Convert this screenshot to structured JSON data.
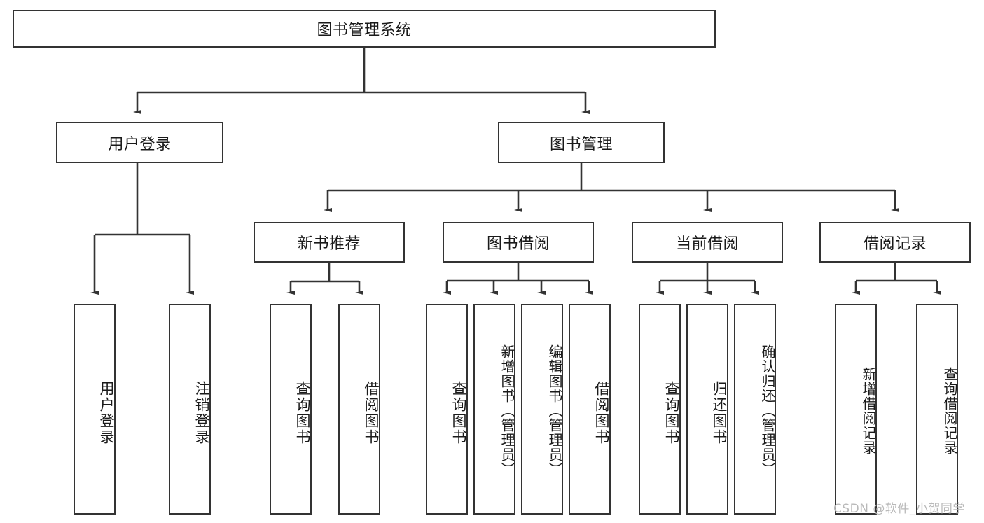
{
  "diagram": {
    "type": "tree-hierarchy",
    "title": "图书管理系统",
    "root": {
      "id": "root",
      "label": "图书管理系统",
      "level": 0
    },
    "level1": [
      {
        "id": "user-login",
        "label": "用户登录"
      },
      {
        "id": "book-management",
        "label": "图书管理"
      }
    ],
    "level2": [
      {
        "id": "new-book-recommend",
        "label": "新书推荐",
        "parent": "book-management"
      },
      {
        "id": "book-borrow",
        "label": "图书借阅",
        "parent": "book-management"
      },
      {
        "id": "current-borrow",
        "label": "当前借阅",
        "parent": "book-management"
      },
      {
        "id": "borrow-record",
        "label": "借阅记录",
        "parent": "book-management"
      }
    ],
    "leaves": [
      {
        "id": "leaf-user-login",
        "label": "用户登录",
        "parent": "user-login"
      },
      {
        "id": "leaf-logout-login",
        "label": "注销登录",
        "parent": "user-login"
      },
      {
        "id": "leaf-query-book-1",
        "label": "查询图书",
        "parent": "new-book-recommend"
      },
      {
        "id": "leaf-borrow-book-1",
        "label": "借阅图书",
        "parent": "new-book-recommend"
      },
      {
        "id": "leaf-query-book-2",
        "label": "查询图书",
        "parent": "book-borrow"
      },
      {
        "id": "leaf-add-book",
        "label": "新增图书（管理员）",
        "parent": "book-borrow"
      },
      {
        "id": "leaf-edit-book",
        "label": "编辑图书（管理员）",
        "parent": "book-borrow"
      },
      {
        "id": "leaf-borrow-book-2",
        "label": "借阅图书",
        "parent": "book-borrow"
      },
      {
        "id": "leaf-query-book-3",
        "label": "查询图书",
        "parent": "current-borrow"
      },
      {
        "id": "leaf-return-book",
        "label": "归还图书",
        "parent": "current-borrow"
      },
      {
        "id": "leaf-confirm-return",
        "label": "确认归还（管理员）",
        "parent": "current-borrow"
      },
      {
        "id": "leaf-add-borrow-record",
        "label": "新增借阅记录",
        "parent": "borrow-record"
      },
      {
        "id": "leaf-query-borrow-record",
        "label": "查询借阅记录",
        "parent": "borrow-record"
      }
    ],
    "colors": {
      "box_border": "#333333",
      "box_fill": "#ffffff",
      "edge": "#333333",
      "text": "#1a1a1a",
      "watermark": "#b9b9b9"
    }
  },
  "watermark": {
    "text": "CSDN @软件_小贺同学"
  }
}
